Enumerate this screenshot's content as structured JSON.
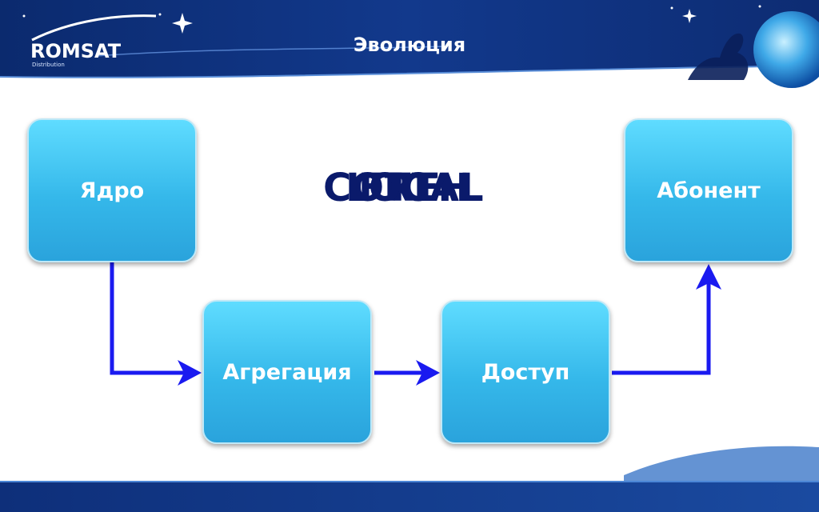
{
  "header": {
    "title": "Эволюция",
    "logo_text": "ROMSAT",
    "logo_sub": "Distribution"
  },
  "diagram": {
    "nodes": [
      {
        "id": "core",
        "label": "Ядро"
      },
      {
        "id": "aggregation",
        "label": "Агрегация"
      },
      {
        "id": "access",
        "label": "Доступ"
      },
      {
        "id": "subscriber",
        "label": "Абонент"
      }
    ],
    "edges": [
      {
        "from": "core",
        "to": "aggregation"
      },
      {
        "from": "aggregation",
        "to": "access"
      },
      {
        "from": "access",
        "to": "subscriber"
      }
    ],
    "overlapping_text": [
      "CORE",
      "FTTH",
      "LOCAL"
    ]
  },
  "colors": {
    "header_bg": "#0e2f7a",
    "box_fill": "#3cc2f0",
    "arrow": "#1a1af0",
    "overlap_text": "#0a1a6b"
  }
}
